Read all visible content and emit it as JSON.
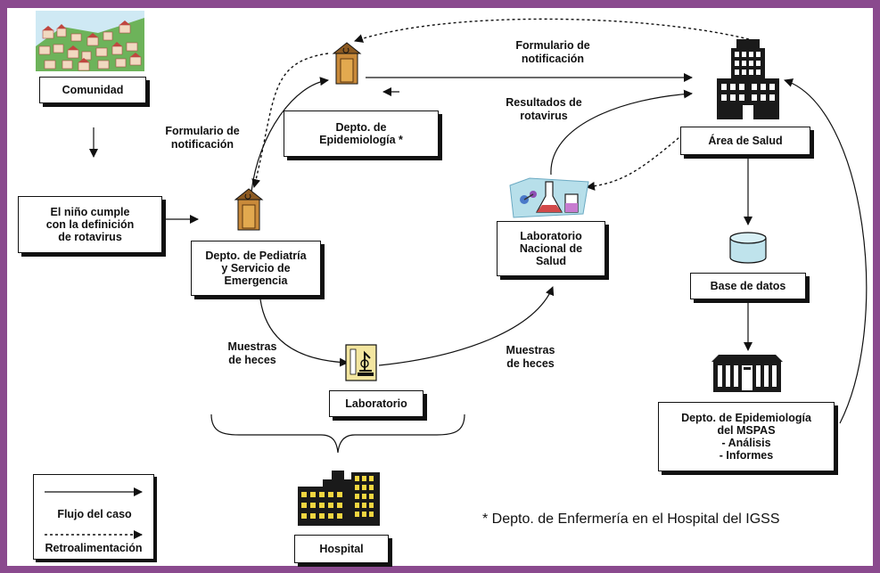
{
  "boxes": {
    "comunidad": "Comunidad",
    "nino": "El niño cumple\ncon la definición\nde rotavirus",
    "pediatria": "Depto. de Pediatría\ny Servicio de\nEmergencia",
    "epidemiologia": "Depto. de\nEpidemiología *",
    "laboratorio": "Laboratorio",
    "hospital": "Hospital",
    "lns": "Laboratorio\nNacional de\nSalud",
    "area_salud": "Área de Salud",
    "base_datos": "Base de datos",
    "mspas": "Depto. de Epidemiología\ndel MSPAS\n- Análisis\n- Informes"
  },
  "labels": {
    "formulario_top": "Formulario de\nnotificación",
    "formulario_left": "Formulario de\nnotificación",
    "resultados": "Resultados de\nrotavirus",
    "muestras_left": "Muestras\nde heces",
    "muestras_right": "Muestras\nde heces"
  },
  "legend": {
    "flujo": "Flujo del caso",
    "retro": "Retroalimentación"
  },
  "footnote": "* Depto. de Enfermería en el Hospital del IGSS",
  "colors": {
    "frame": "#8a4a8e",
    "outhouse": "#c98a3a",
    "building": "#1a1a1a",
    "database": "#bfe3ec",
    "hospital_windows": "#f2d640"
  }
}
